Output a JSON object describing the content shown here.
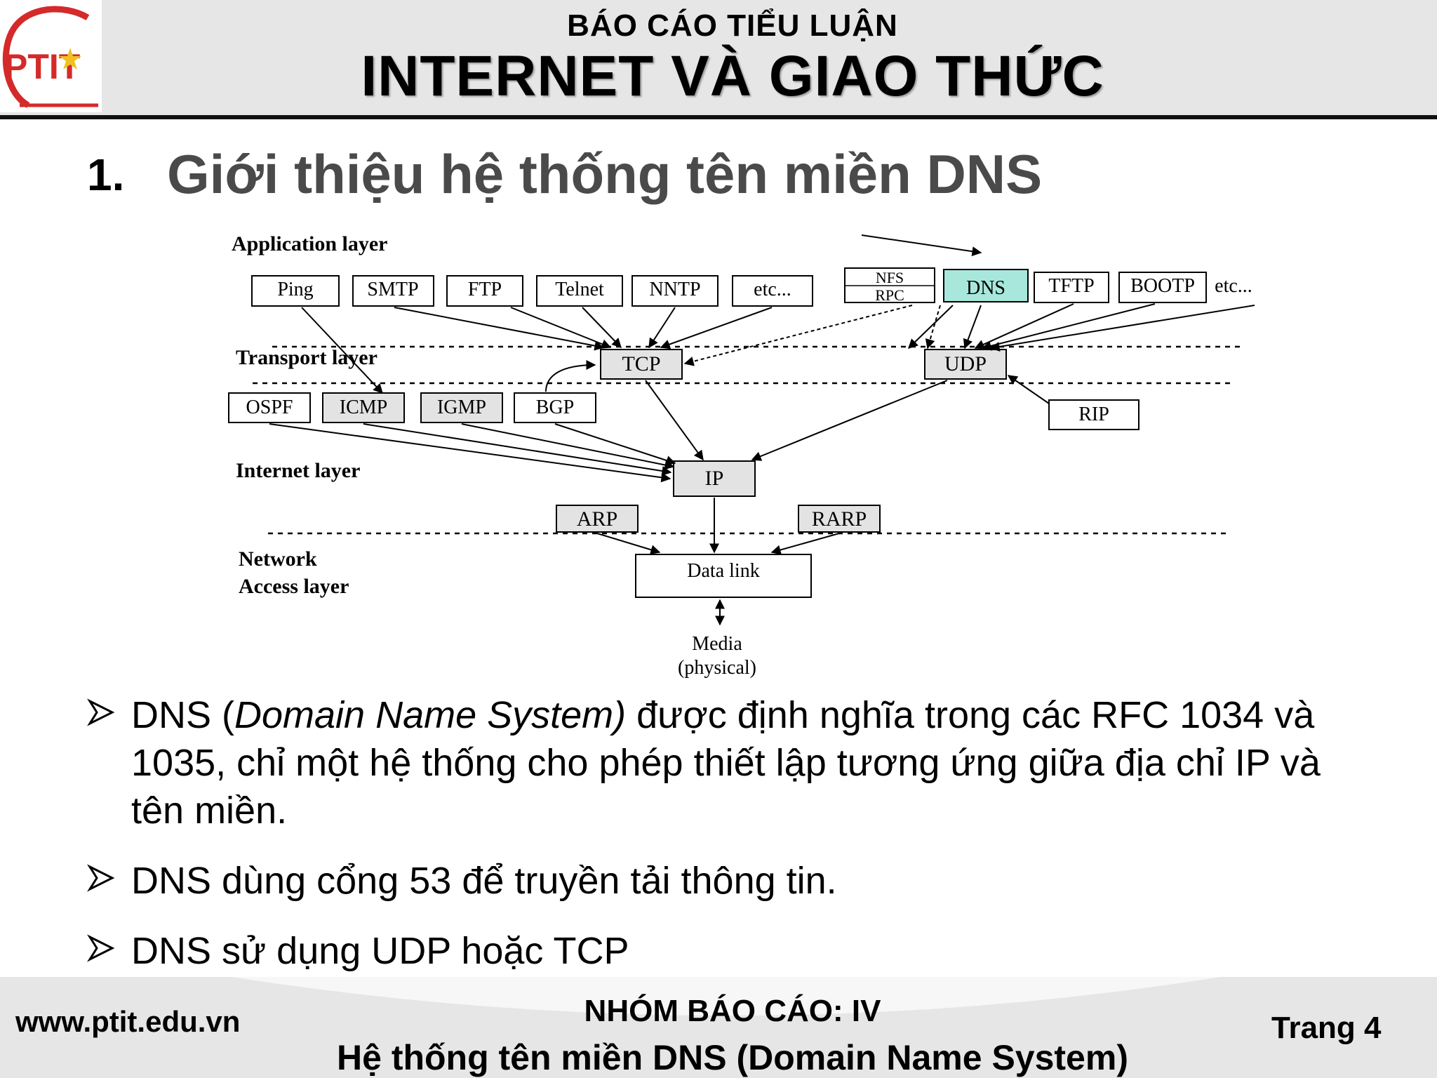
{
  "header": {
    "subtitle": "BÁO CÁO TIỂU LUẬN",
    "title": "INTERNET VÀ GIAO THỨC",
    "logo_text": "PTIT"
  },
  "section": {
    "number": "1.",
    "title": "Giới thiệu hệ thống tên miền DNS"
  },
  "diagram": {
    "layers": {
      "application": "Application layer",
      "transport": "Transport layer",
      "internet": "Internet layer",
      "network_1": "Network",
      "network_2": "Access layer"
    },
    "boxes": {
      "ping": "Ping",
      "smtp": "SMTP",
      "ftp": "FTP",
      "telnet": "Telnet",
      "nntp": "NNTP",
      "etc1": "etc...",
      "nfs": "NFS",
      "rpc": "RPC",
      "dns": "DNS",
      "tftp": "TFTP",
      "bootp": "BOOTP",
      "etc2": "etc...",
      "tcp": "TCP",
      "udp": "UDP",
      "ospf": "OSPF",
      "icmp": "ICMP",
      "igmp": "IGMP",
      "bgp": "BGP",
      "rip": "RIP",
      "ip": "IP",
      "arp": "ARP",
      "rarp": "RARP",
      "datalink": "Data link",
      "media_1": "Media",
      "media_2": "(physical)"
    },
    "colors": {
      "dns_highlight": "#a8e8dc",
      "shaded_box": "#e3e3e3"
    }
  },
  "bullets": [
    {
      "pre": "DNS (",
      "italic": "Domain Name System)",
      "post": " được định nghĩa trong các RFC 1034 và 1035, chỉ một hệ thống cho phép thiết lập tương ứng giữa địa chỉ IP và tên miền."
    },
    {
      "pre": "DNS dùng cổng 53 để truyền tải thông tin."
    },
    {
      "pre": "DNS sử dụng UDP hoặc TCP"
    }
  ],
  "footer": {
    "url": "www.ptit.edu.vn",
    "group": "NHÓM BÁO CÁO: IV",
    "subtitle": "Hệ thống tên miền DNS (Domain Name System)",
    "page": "Trang 4"
  }
}
